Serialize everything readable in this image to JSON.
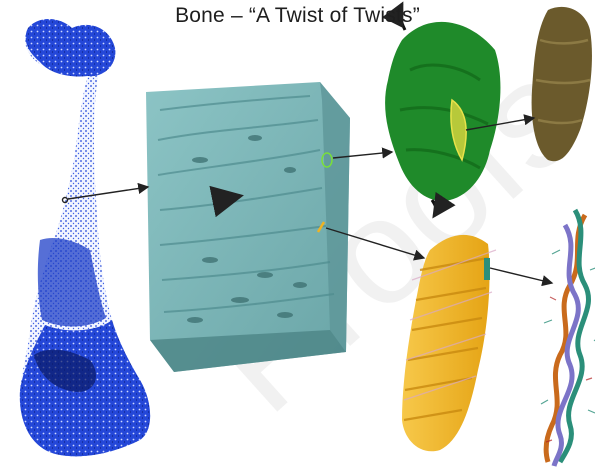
{
  "title": "Bone – “A Twist of Twists”",
  "watermark": "Proofs",
  "colors": {
    "femur": "#1d3fc8",
    "lamellar_block": "#7fb8b9",
    "fibril_bundle_green": "#1f8a2a",
    "fibril_brown": "#6b5a2c",
    "fibril_orange": "#f0b322",
    "helix_orange": "#c96a1c",
    "helix_teal": "#2b8f7a",
    "helix_purple": "#7c74c8",
    "arrow": "#222222"
  },
  "panels": [
    {
      "name": "femur",
      "icon": "femur-bone-icon"
    },
    {
      "name": "lamellar-bone-block",
      "icon": "lamellar-tissue-icon"
    },
    {
      "name": "fibril-bundle",
      "icon": "fibril-bundle-icon"
    },
    {
      "name": "fibril-array",
      "icon": "fibril-array-icon"
    },
    {
      "name": "collagen-fibrils",
      "icon": "collagen-fibrils-icon"
    },
    {
      "name": "collagen-triple-helix",
      "icon": "triple-helix-icon"
    }
  ]
}
